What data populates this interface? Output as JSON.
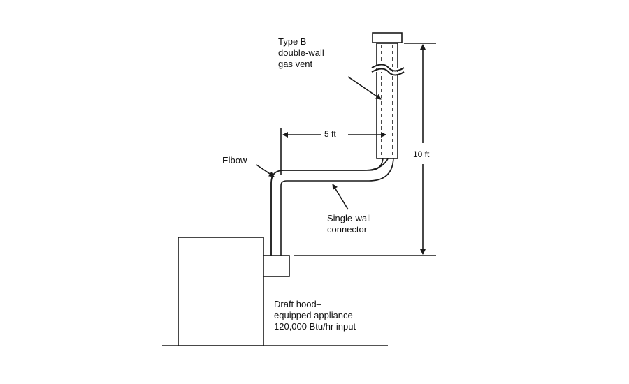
{
  "labels": {
    "vent_line1": "Type B",
    "vent_line2": "double-wall",
    "vent_line3": "gas vent",
    "horizontal_dim": "5 ft",
    "vertical_dim": "10 ft",
    "elbow": "Elbow",
    "connector_line1": "Single-wall",
    "connector_line2": "connector",
    "appliance_line1": "Draft hood–",
    "appliance_line2": "equipped appliance",
    "appliance_line3": "120,000 Btu/hr input"
  },
  "colors": {
    "line": "#1a1a1a",
    "background": "#ffffff"
  }
}
